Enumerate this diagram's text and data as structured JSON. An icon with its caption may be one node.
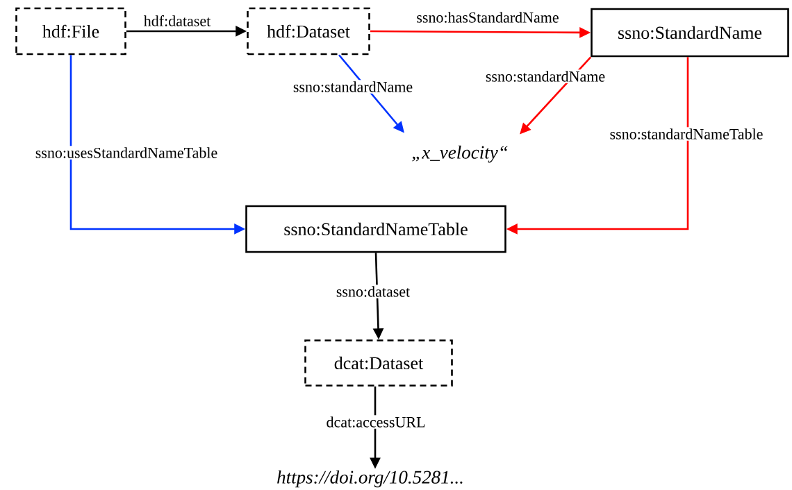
{
  "diagram": {
    "nodes": [
      {
        "text": [
          "hdf:File"
        ]
      },
      {
        "text": [
          "hdf:Dataset"
        ]
      },
      {
        "text": [
          "ssno:StandardName"
        ]
      },
      {
        "text": [
          "„x_velocity“"
        ]
      },
      {
        "text": [
          "ssno:StandardNameTable"
        ]
      },
      {
        "text": [
          "dcat:Dataset"
        ]
      },
      {
        "text": [
          "https://doi.org/10.5281..."
        ]
      }
    ],
    "edges": [
      {
        "from": 0,
        "to": 1,
        "arrow": "to",
        "label": "hdf:dataset"
      },
      {
        "from": 1,
        "to": 2,
        "arrow": "to",
        "label": "ssno:hasStandardName",
        "color": "#ff0000"
      },
      {
        "from": 1,
        "to": 3,
        "arrow": "to",
        "label": "ssno:standardName",
        "color": "#0033ff"
      },
      {
        "from": 2,
        "to": 3,
        "arrow": "to",
        "label": "ssno:standardName",
        "color": "#ff0000"
      },
      {
        "from": 0,
        "to": 4,
        "arrow": "to",
        "label": "ssno:usesStandardNameTable",
        "color": "#0033ff"
      },
      {
        "from": 2,
        "to": 4,
        "arrow": "to",
        "label": "ssno:standardNameTable",
        "color": "#ff0000"
      },
      {
        "from": 4,
        "to": 5,
        "arrow": "to",
        "label": "ssno:dataset"
      },
      {
        "from": 5,
        "to": 6,
        "arrow": "to",
        "label": "dcat:accessURL"
      }
    ]
  }
}
